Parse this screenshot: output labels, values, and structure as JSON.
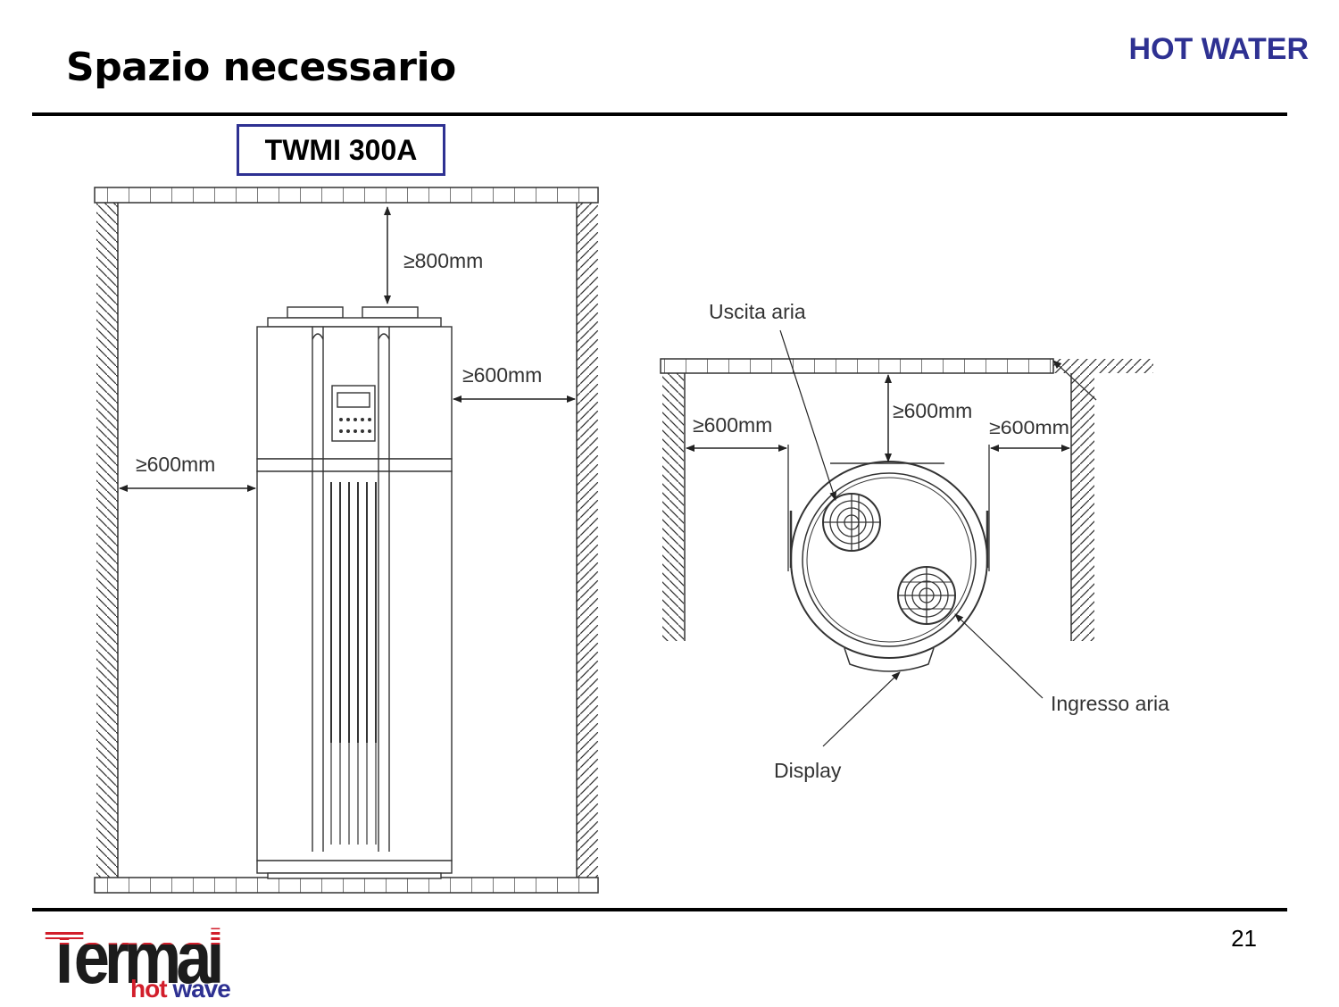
{
  "page": {
    "title": "Spazio necessario",
    "brand_tag": "HOT WATER",
    "model": "TWMI 300A",
    "page_number": "21"
  },
  "front_view": {
    "dim_top": "≥800mm",
    "dim_right": "≥600mm",
    "dim_left": "≥600mm"
  },
  "top_view": {
    "dim_left": "≥600mm",
    "dim_back": "≥600mm",
    "dim_right": "≥600mm",
    "label_air_out": "Uscita aria",
    "label_air_in": "Ingresso aria",
    "label_display": "Display"
  },
  "logo": {
    "main": "Termal",
    "sub_1": "hot",
    "sub_2": "wave"
  },
  "colors": {
    "accent_blue": "#2e3192",
    "logo_red": "#d21e2b"
  }
}
